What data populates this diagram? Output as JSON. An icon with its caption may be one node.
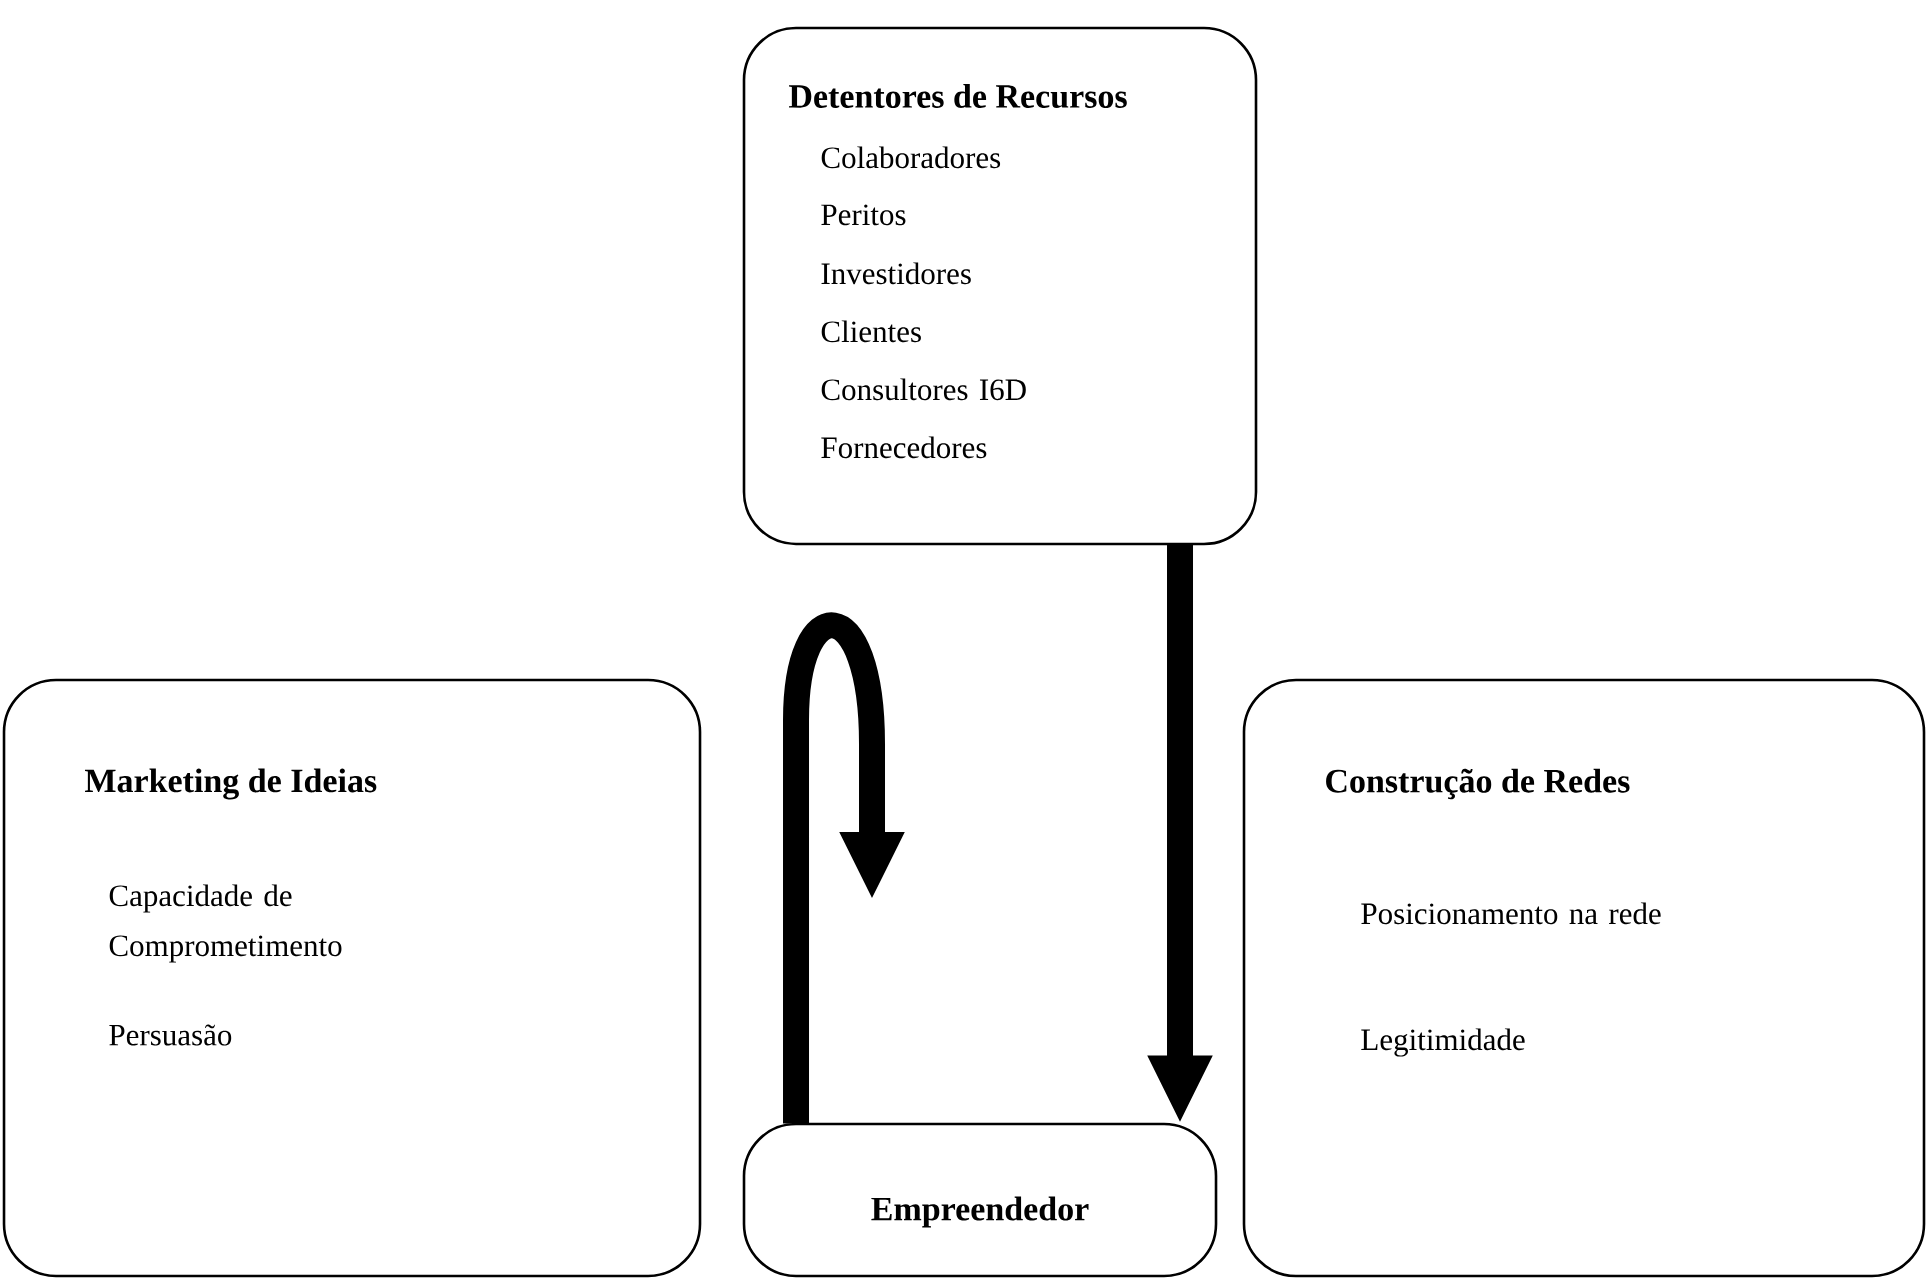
{
  "diagram": {
    "nodes": [
      {
        "text": [
          "Detentores de Recursos",
          "Colaboradores",
          "Peritos",
          "Investidores",
          "Clientes",
          "Consultores I6D",
          "Fornecedores"
        ]
      },
      {
        "text": [
          "Marketing de Ideias",
          "Capacidade de Comprometimento",
          "Persuasão"
        ]
      },
      {
        "text": [
          "Construção de Redes",
          "Posicionamento na rede",
          "Legitimidade"
        ]
      },
      {
        "text": [
          "Empreendedor"
        ]
      }
    ],
    "edges": [
      {
        "from": 3,
        "to": null,
        "arrow": "to"
      },
      {
        "from": 0,
        "to": 3,
        "arrow": "to"
      }
    ]
  }
}
